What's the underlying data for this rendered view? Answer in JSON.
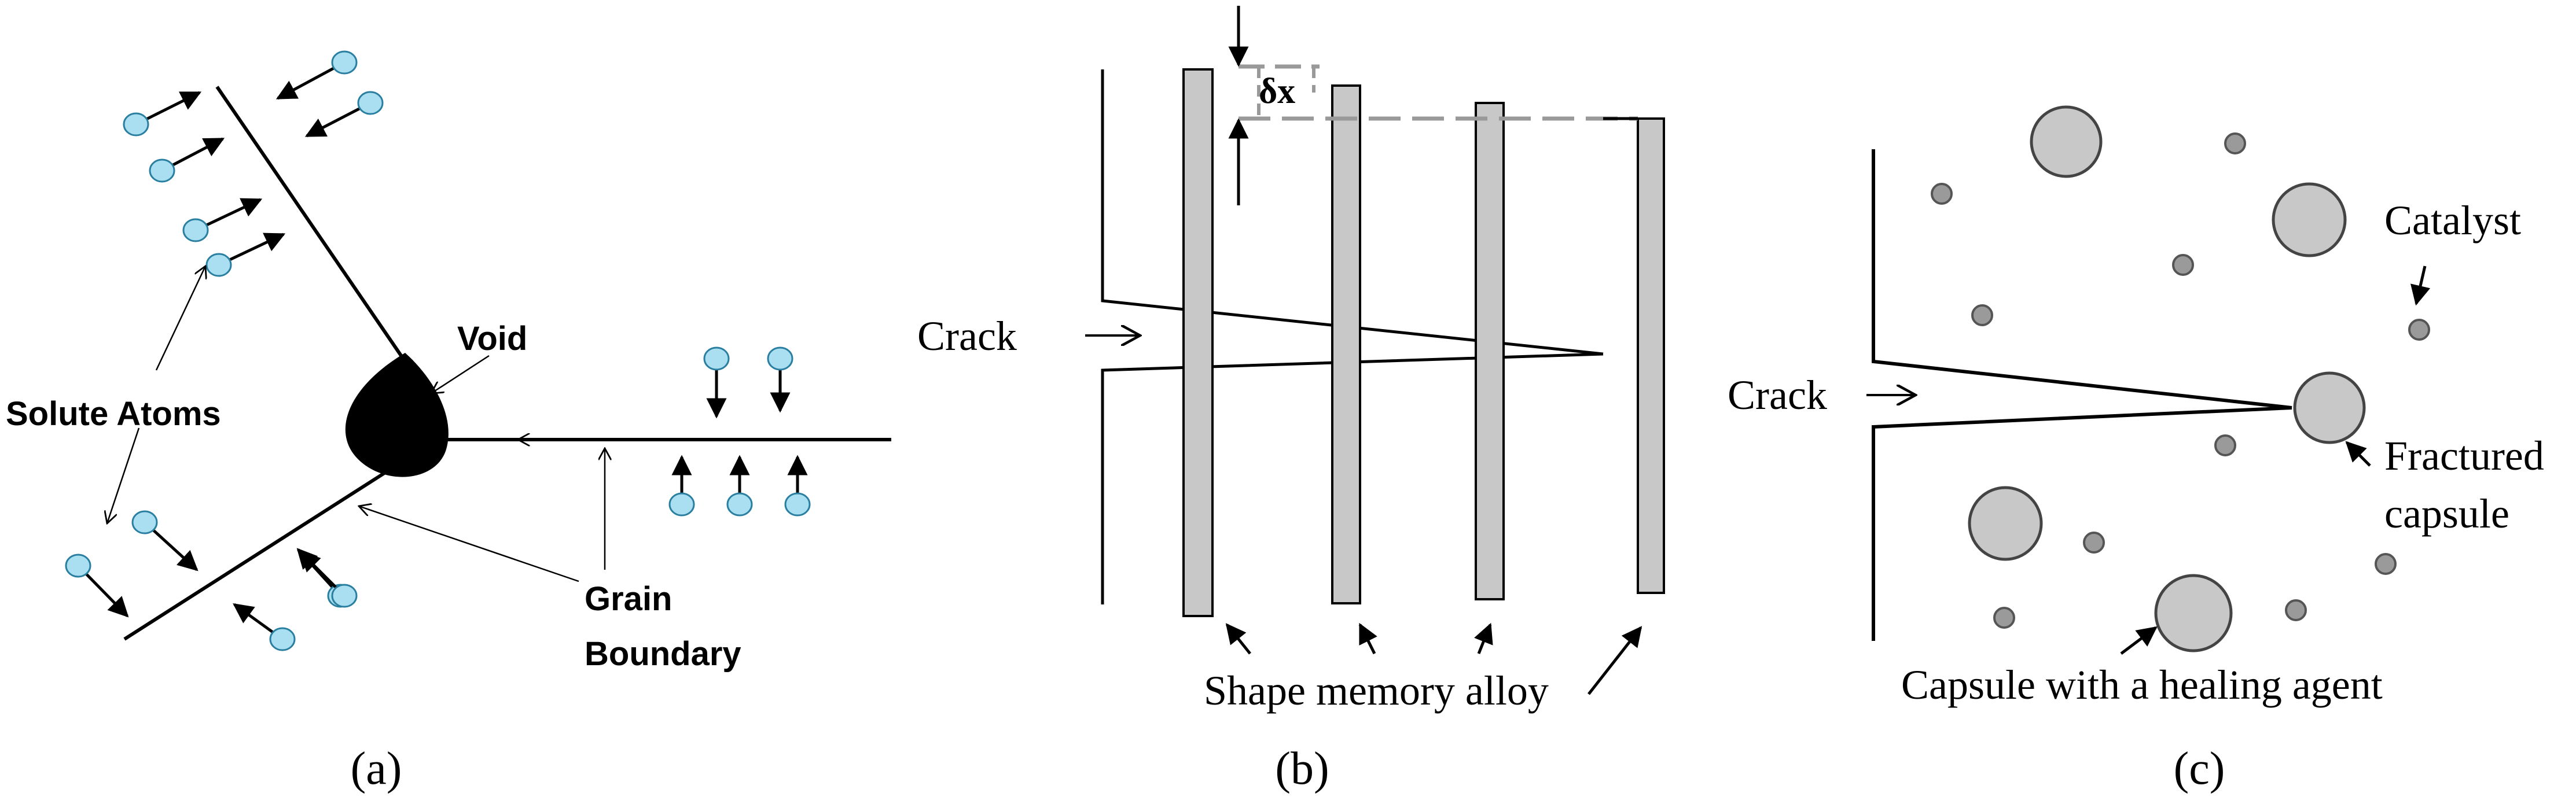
{
  "colors": {
    "atom_fill": "#a9dff0",
    "atom_stroke": "#2a7fa0",
    "bar_fill": "#c8c8c8",
    "capsule_fill": "#c8c8c8",
    "line": "#000000",
    "dash": "#999999"
  },
  "panel_a": {
    "caption": "(a)",
    "void_label": "Void",
    "solute_label": "Solute Atoms",
    "grain_label_line1": "Grain",
    "grain_label_line2": "Boundary"
  },
  "panel_b": {
    "caption": "(b)",
    "crack_label": "Crack",
    "delta_label": "δx",
    "sma_label": "Shape memory alloy"
  },
  "panel_c": {
    "caption": "(c)",
    "crack_label": "Crack",
    "catalyst_label": "Catalyst",
    "fractured_line1": "Fractured",
    "fractured_line2": "capsule",
    "capsule_label": "Capsule with a healing agent"
  }
}
